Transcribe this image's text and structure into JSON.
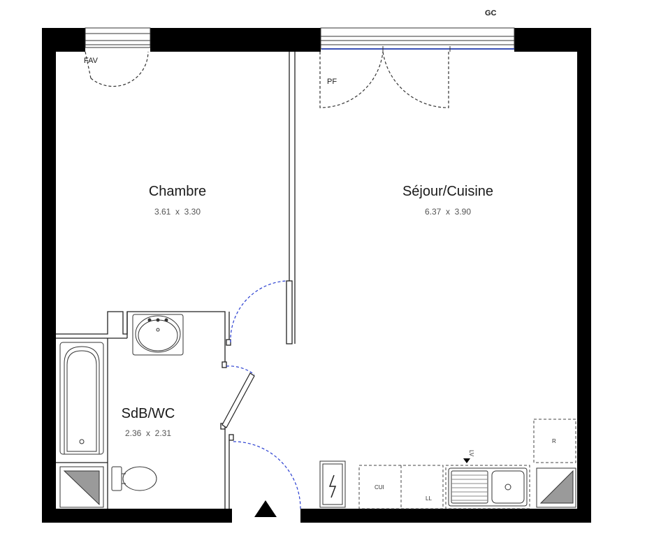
{
  "labels": {
    "gc": "GC",
    "fav": "FAV",
    "pf": "PF",
    "lv": "LV",
    "cui": "CUI",
    "ll": "LL",
    "r": "R"
  },
  "rooms": [
    {
      "name": "Chambre",
      "dims": "3.61  x  3.30"
    },
    {
      "name": "Séjour/Cuisine",
      "dims": "6.37  x  3.90"
    },
    {
      "name": "SdB/WC",
      "dims": "2.36  x  2.31"
    }
  ],
  "colors": {
    "wall": "#000000",
    "line": "#333333",
    "door_swing_blue": "#2a3fd1",
    "fixture_grey": "#9a9a9a"
  }
}
